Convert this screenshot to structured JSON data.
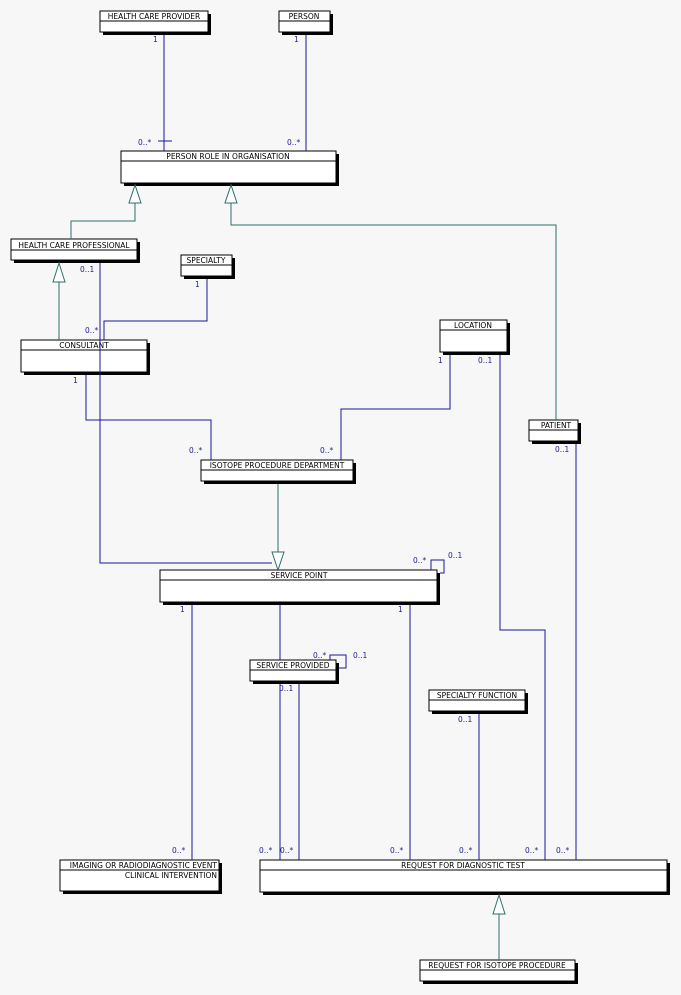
{
  "entities": {
    "health_care_provider": "HEALTH CARE PROVIDER",
    "person": "PERSON",
    "person_role_in_organisation": "PERSON ROLE IN ORGANISATION",
    "health_care_professional": "HEALTH CARE PROFESSIONAL",
    "specialty": "SPECIALTY",
    "consultant": "CONSULTANT",
    "location": "LOCATION",
    "patient": "PATIENT",
    "isotope_procedure_department": "ISOTOPE PROCEDURE DEPARTMENT",
    "service_point": "SERVICE POINT",
    "service_provided": "SERVICE PROVIDED",
    "specialty_function": "SPECIALTY FUNCTION",
    "imaging_event_line1": "IMAGING OR RADIODIAGNOSTIC EVENT",
    "imaging_event_line2": "CLINICAL INTERVENTION",
    "request_for_diagnostic_test": "REQUEST FOR DIAGNOSTIC TEST",
    "request_for_isotope_procedure": "REQUEST FOR ISOTOPE PROCEDURE"
  },
  "multiplicities": {
    "hcp_person_role_one": "1",
    "hcp_person_role_many": "0..*",
    "person_person_role_one": "1",
    "person_person_role_many": "0..*",
    "hcprof_sp_zero_one": "0..1",
    "specialty_consultant_one": "1",
    "specialty_consultant_many": "0..*",
    "consultant_ipd_one": "1",
    "consultant_ipd_many": "0..*",
    "location_ipd_one": "1",
    "location_ipd_many": "0..*",
    "location_rdt_zero_one": "0..1",
    "patient_rdt_zero_one": "0..1",
    "sp_self_many": "0..*",
    "sp_self_zero_one": "0..1",
    "sp_imaging_one": "1",
    "sp_rdt_one": "1",
    "spv_self_many": "0..*",
    "spv_self_zero_one": "0..1",
    "spv_rdt_zero_one": "0..1",
    "sf_zero_one": "0..1",
    "imaging_many": "0..*",
    "rdt_a_many": "0..*",
    "rdt_b_many": "0..*",
    "rdt_c_many": "0..*",
    "rdt_d_many": "0..*",
    "rdt_e_many": "0..*",
    "rdt_f_many": "0..*"
  }
}
